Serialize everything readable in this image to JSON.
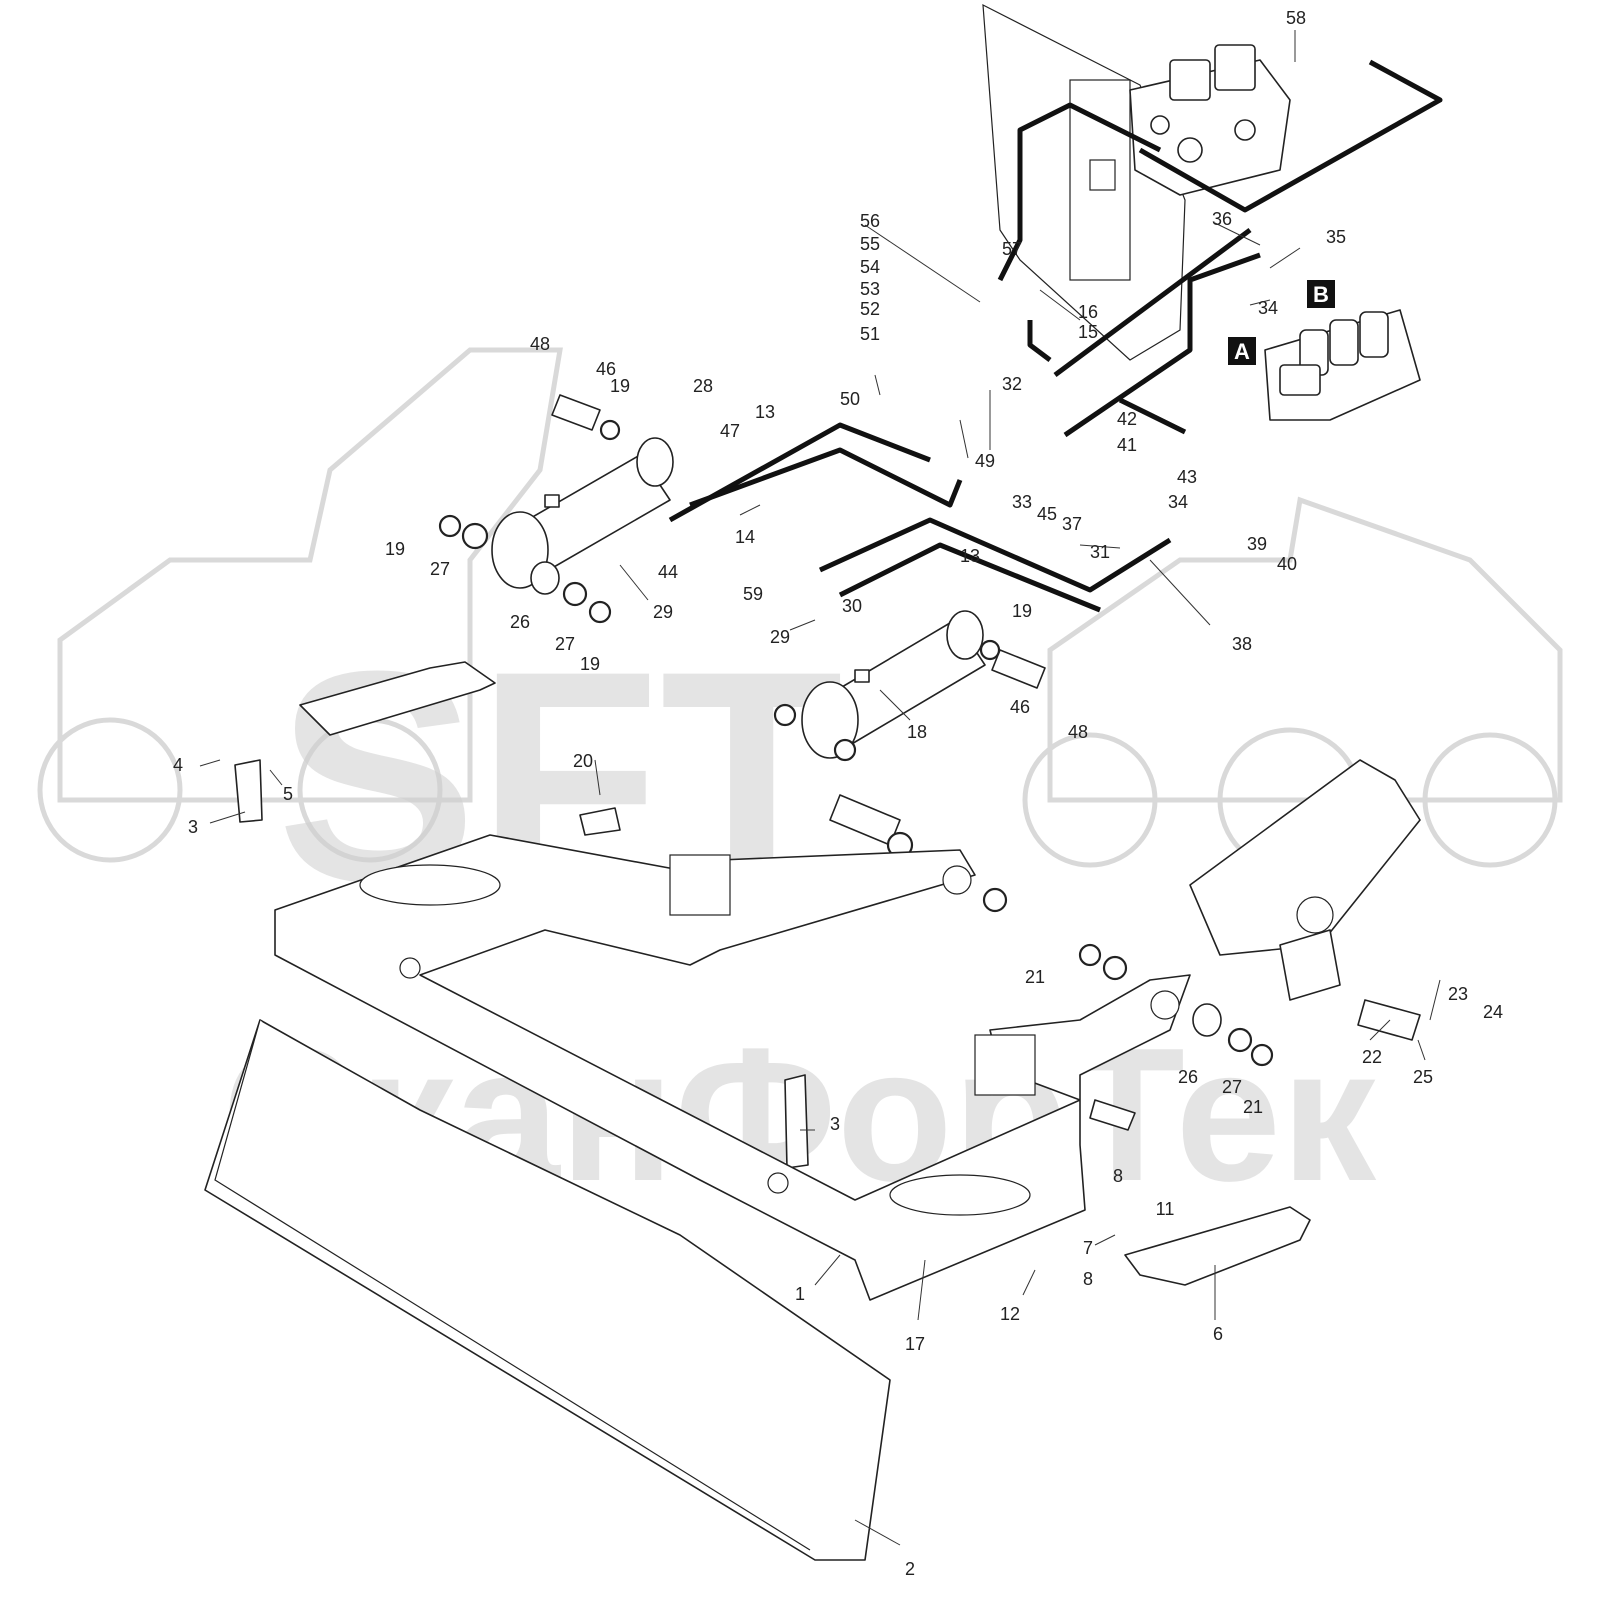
{
  "watermark": {
    "latin": "SFT",
    "cyrillic": "СканФорТек"
  },
  "tags": [
    "A",
    "B"
  ],
  "part_labels": [
    "1",
    "2",
    "3",
    "3",
    "4",
    "5",
    "6",
    "7",
    "8",
    "8",
    "11",
    "12",
    "13",
    "13",
    "14",
    "15",
    "16",
    "17",
    "18",
    "19",
    "19",
    "19",
    "19",
    "20",
    "21",
    "21",
    "22",
    "23",
    "24",
    "25",
    "26",
    "26",
    "27",
    "27",
    "27",
    "28",
    "29",
    "29",
    "30",
    "31",
    "32",
    "33",
    "34",
    "34",
    "35",
    "36",
    "37",
    "38",
    "39",
    "40",
    "41",
    "42",
    "43",
    "44",
    "45",
    "46",
    "46",
    "47",
    "48",
    "48",
    "49",
    "50",
    "51",
    "52",
    "53",
    "54",
    "55",
    "56",
    "57",
    "58",
    "59"
  ],
  "colors": {
    "line": "#222222",
    "hose": "#111111",
    "watermark": "#cfcfcf",
    "tag_background": "#111111",
    "tag_text": "#ffffff"
  }
}
